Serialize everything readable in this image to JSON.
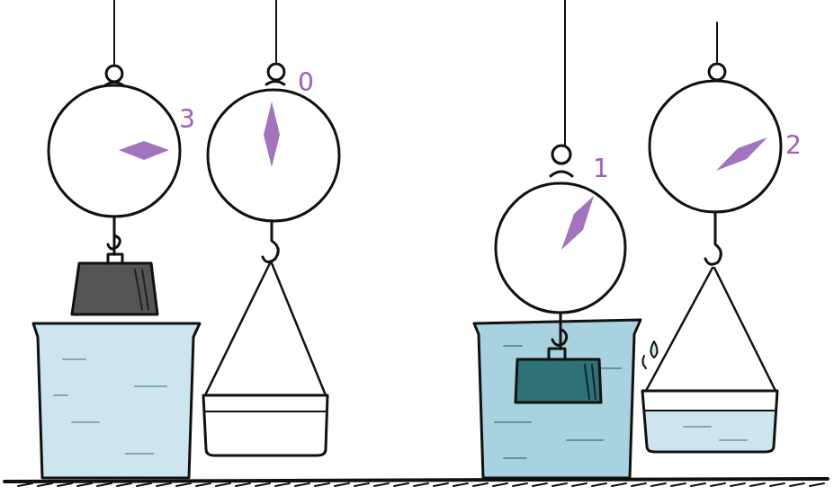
{
  "diagram": {
    "labels": [
      "3",
      "0",
      "1",
      "2"
    ]
  }
}
